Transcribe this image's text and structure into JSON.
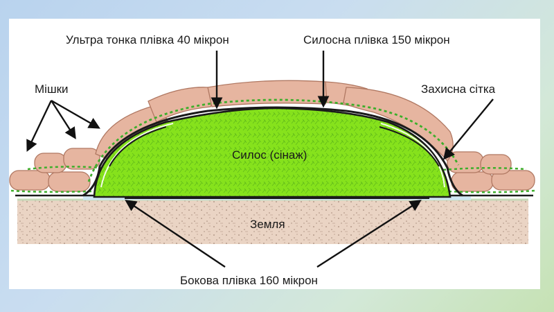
{
  "labels": {
    "ultra_thin_film": "Ультра тонка плівка 40 мікрон",
    "silage_film": "Силосна плівка 150 мікрон",
    "bags": "Мішки",
    "protective_net": "Захисна сітка",
    "silage": "Силос (сінаж)",
    "ground": "Земля",
    "side_film": "Бокова плівка 160 мікрон"
  },
  "colors": {
    "silage_fill": "#86e21c",
    "bag_fill": "#e6b5a0",
    "bag_stroke": "#b07862",
    "net_dots": "#3dae2b",
    "ground_fill": "#ead4c4",
    "film_blue": "#cfe7f3"
  }
}
